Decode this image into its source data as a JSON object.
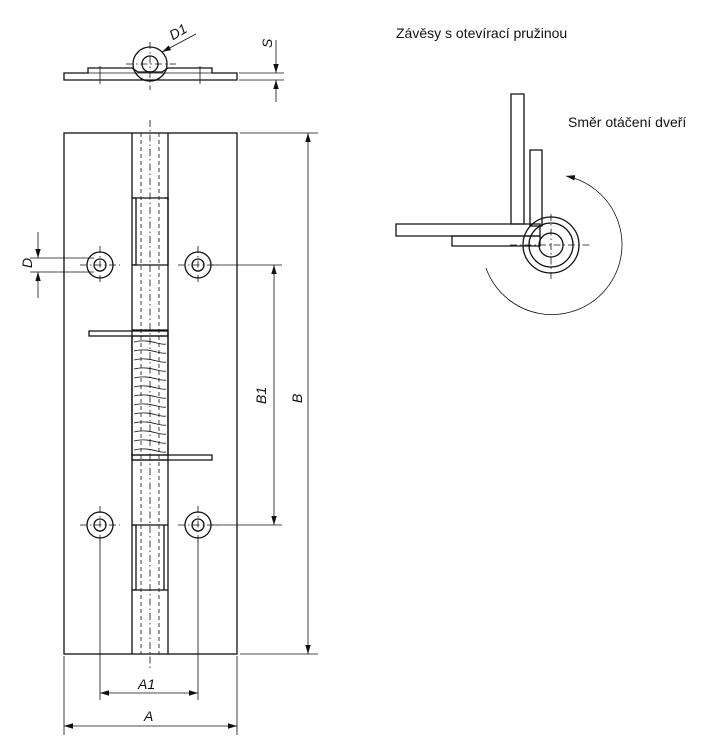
{
  "title": "Závěsy s otevírací pružinou",
  "rotation_label": "Směr otáčení dveří",
  "dimensions": {
    "D1": "D1",
    "S": "S",
    "D": "D",
    "B1": "B1",
    "B": "B",
    "A1": "A1",
    "A": "A"
  }
}
